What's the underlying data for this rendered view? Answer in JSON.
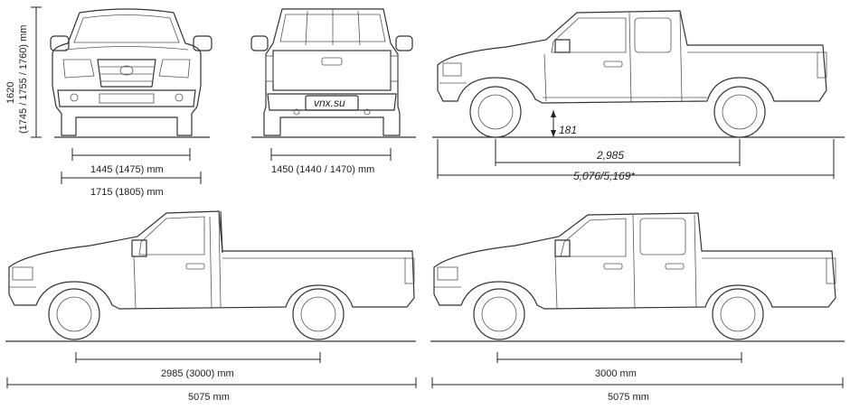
{
  "labels": {
    "height": "1620",
    "height_alt": "(1745 / 1755 / 1760) mm",
    "front_track": "1445 (1475) mm",
    "front_width": "1715 (1805) mm",
    "rear_track": "1450 (1440 / 1470) mm",
    "plate": "vnx.su",
    "clearance": "181",
    "wheelbase_freestyle": "2,985",
    "length_freestyle": "5,076/5,169*",
    "wheelbase_single": "2985 (3000) mm",
    "length_single": "5075 mm",
    "wheelbase_double": "3000 mm",
    "length_double": "5075 mm"
  }
}
